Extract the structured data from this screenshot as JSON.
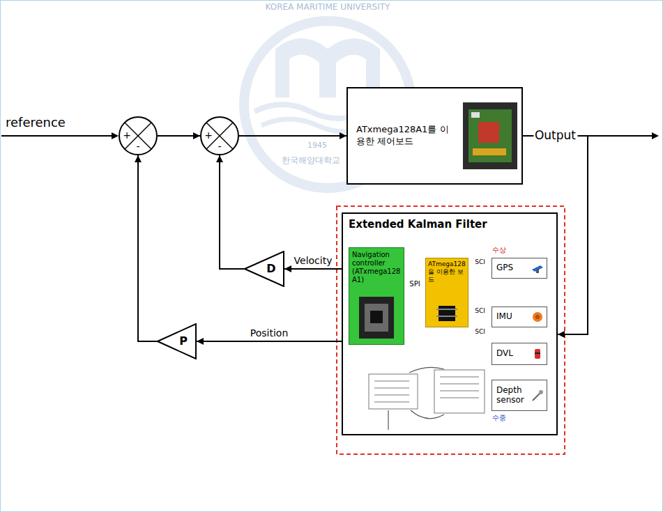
{
  "diagram": {
    "nodes": [
      {
        "text": [
          "+",
          "-"
        ]
      },
      {
        "text": [
          "+",
          "-"
        ]
      },
      {
        "text": [
          "ATxmega128A1를 이용한 제어보드"
        ]
      },
      {
        "text": [
          "Extended Kalman Filter"
        ]
      },
      {
        "text": [
          "Navigation controller (ATxmega128A1)"
        ],
        "in": 3
      },
      {
        "text": [
          "ATmega128을 이용한 보드"
        ],
        "in": 3
      },
      {
        "text": [
          "GPS"
        ],
        "in": 3
      },
      {
        "text": [
          "IMU"
        ],
        "in": 3
      },
      {
        "text": [
          "DVL"
        ],
        "in": 3
      },
      {
        "text": [
          "Depth sensor"
        ],
        "in": 3
      },
      {
        "text": [
          "D"
        ]
      },
      {
        "text": [
          "P"
        ]
      }
    ],
    "edges": [
      {
        "from": 0,
        "to": 1,
        "arrow": "to"
      },
      {
        "from": 1,
        "to": 2,
        "arrow": "to"
      },
      {
        "from": 2,
        "to": 3,
        "label": "Output",
        "arrow": "to"
      },
      {
        "from": 3,
        "to": 10,
        "label": "Velocity",
        "arrow": "to"
      },
      {
        "from": 10,
        "to": 1,
        "arrow": "to"
      },
      {
        "from": 3,
        "to": 11,
        "label": "Position",
        "arrow": "to"
      },
      {
        "from": 11,
        "to": 0,
        "arrow": "to"
      },
      {
        "from": 5,
        "to": 4,
        "label": "SPI",
        "arrow": "to"
      },
      {
        "from": 6,
        "to": 5,
        "label": "SCI",
        "arrow": "to"
      },
      {
        "from": 7,
        "to": 5,
        "label": "SCI",
        "arrow": "to"
      },
      {
        "from": 8,
        "to": 5,
        "label": "SCI",
        "arrow": "to"
      }
    ],
    "labels": [
      "reference",
      "수상",
      "수중",
      "KOREA MARITIME UNIVERSITY",
      "1945",
      "한국해양대학교"
    ]
  }
}
